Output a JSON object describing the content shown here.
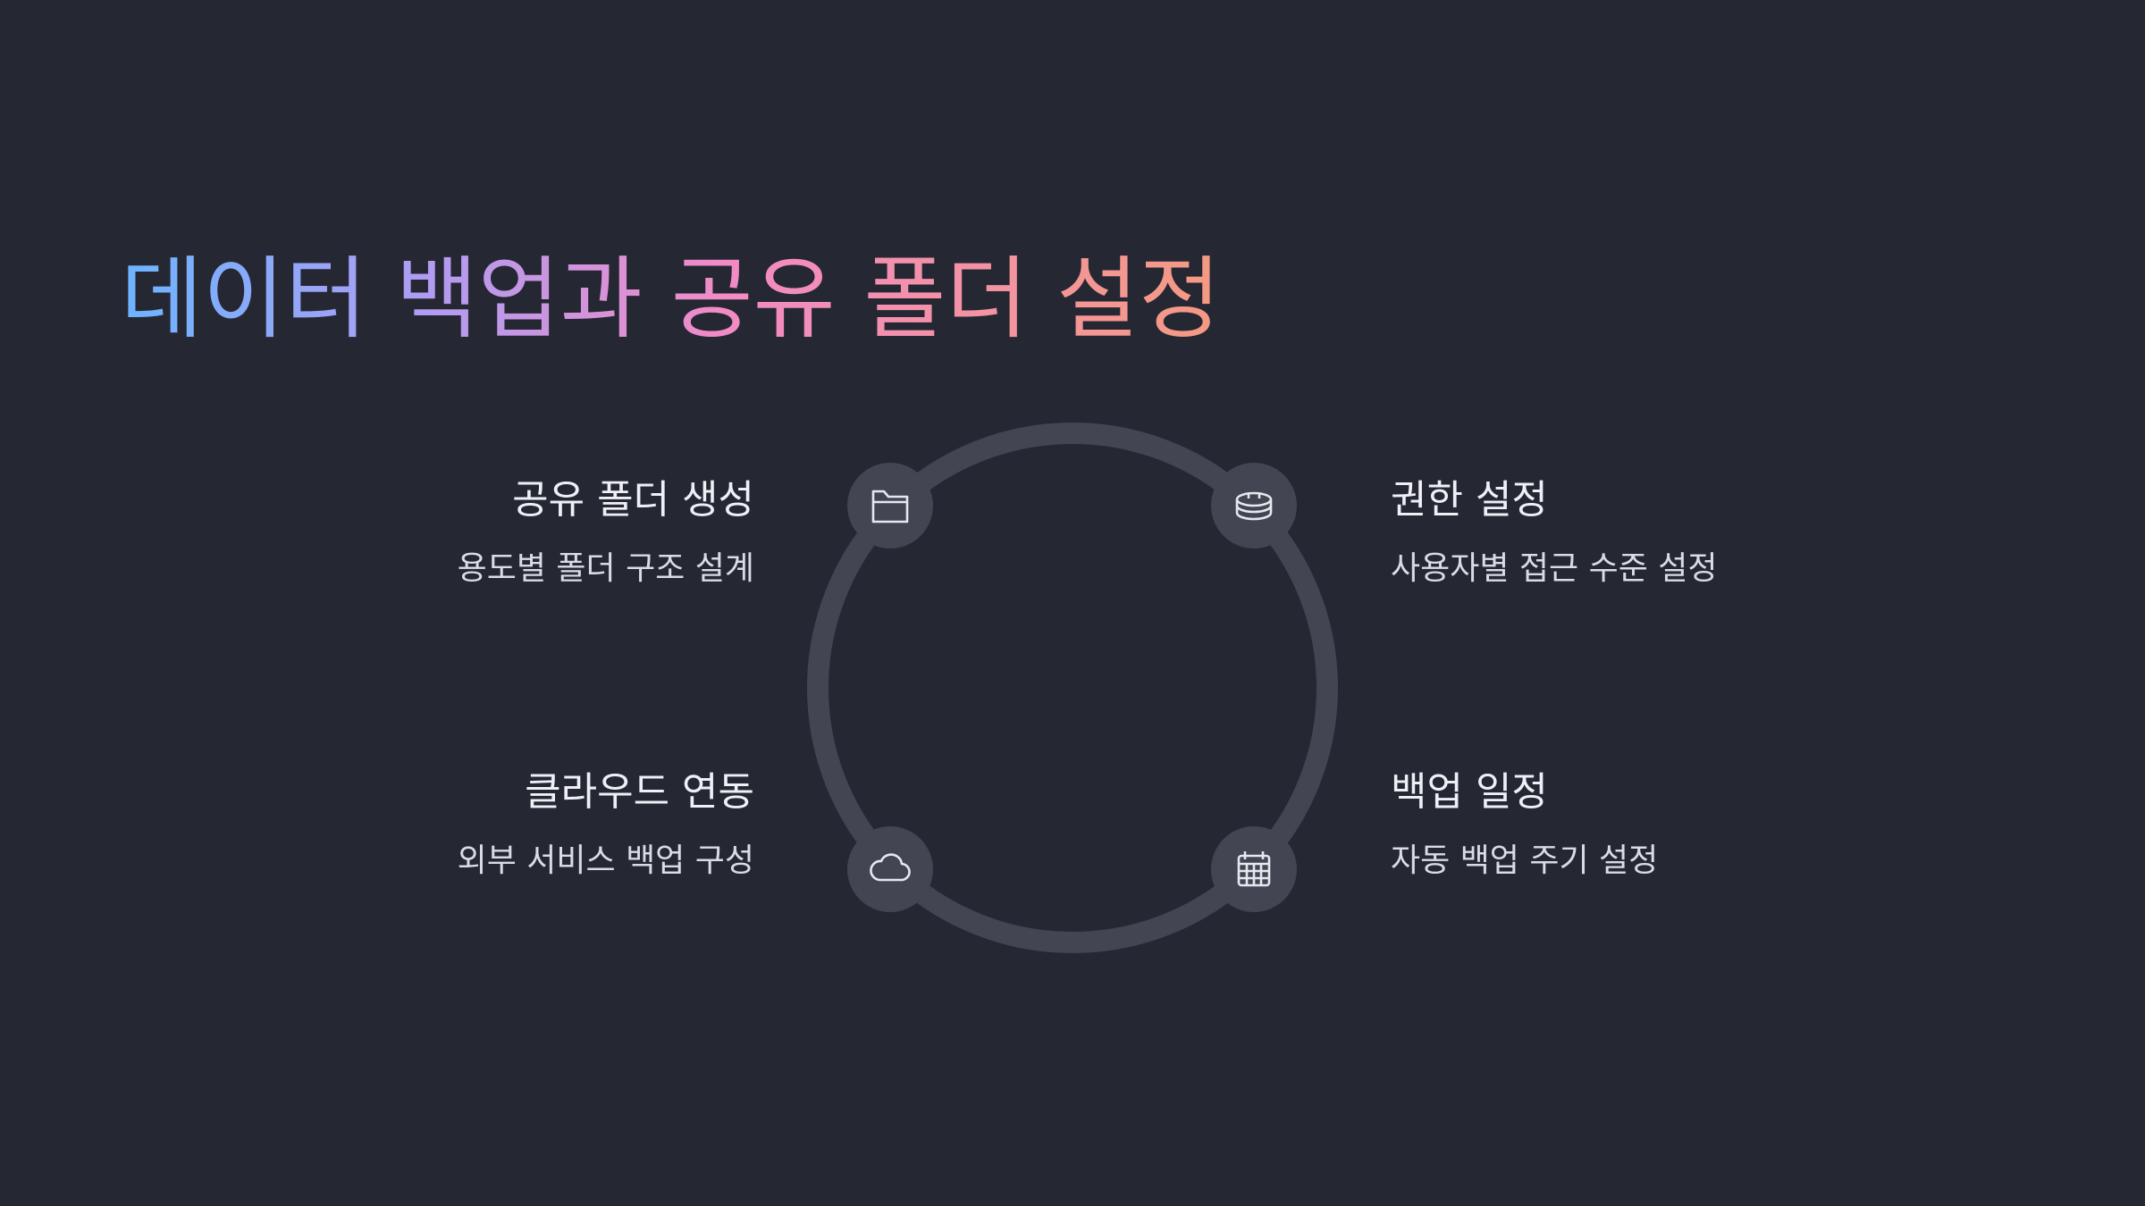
{
  "title": "데이터 백업과 공유 폴더 설정",
  "colors": {
    "background": "#252733",
    "ring": "#434552",
    "icon_stroke": "#e6e8ef",
    "title_gradient": [
      "#6cb4ff",
      "#b19cf2",
      "#f28bc5",
      "#f49a82"
    ]
  },
  "steps": [
    {
      "title": "공유 폴더 생성",
      "description": "용도별 폴더 구조 설계",
      "icon": "folder-icon"
    },
    {
      "title": "권한 설정",
      "description": "사용자별 접근 수준 설정",
      "icon": "database-icon"
    },
    {
      "title": "클라우드 연동",
      "description": "외부 서비스 백업 구성",
      "icon": "cloud-icon"
    },
    {
      "title": "백업 일정",
      "description": "자동 백업 주기 설정",
      "icon": "calendar-icon"
    }
  ]
}
